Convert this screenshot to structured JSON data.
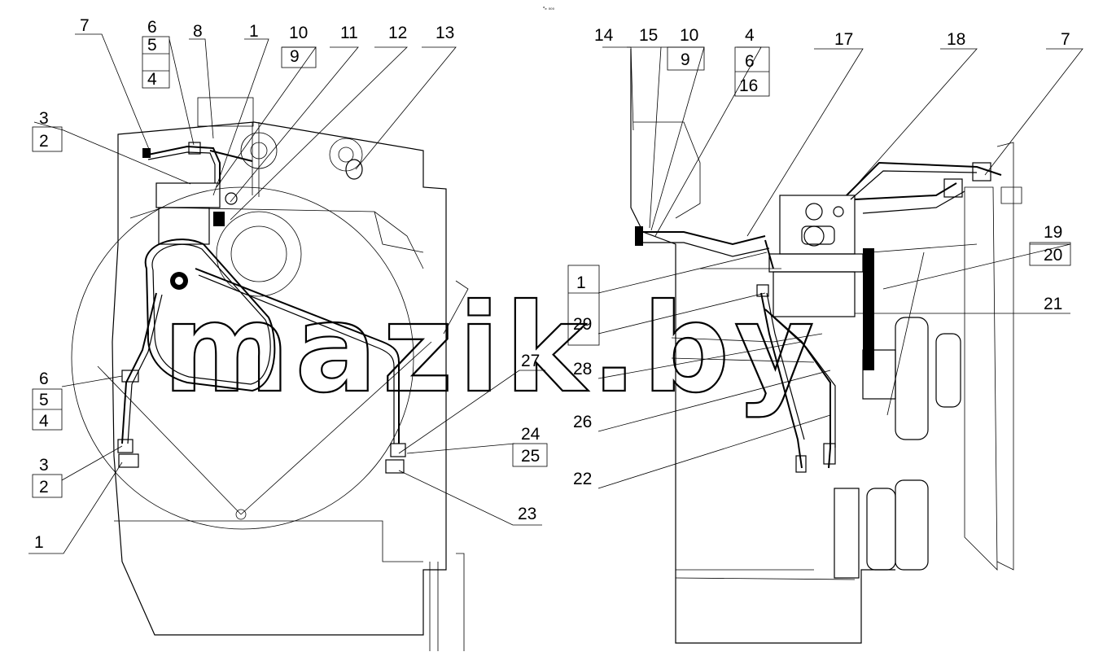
{
  "top_mark": "ᵃₑ ₀₀₀",
  "watermark": "mazik.by",
  "left_view": {
    "labels": [
      {
        "id": "l7",
        "text": "7"
      },
      {
        "id": "l6a",
        "text": "6"
      },
      {
        "id": "l5a",
        "text": "5"
      },
      {
        "id": "l4a",
        "text": "4"
      },
      {
        "id": "l8",
        "text": "8"
      },
      {
        "id": "l1a",
        "text": "1"
      },
      {
        "id": "l10",
        "text": "10"
      },
      {
        "id": "l9",
        "text": "9"
      },
      {
        "id": "l11",
        "text": "11"
      },
      {
        "id": "l12",
        "text": "12"
      },
      {
        "id": "l13",
        "text": "13"
      },
      {
        "id": "l3a",
        "text": "3"
      },
      {
        "id": "l2a",
        "text": "2"
      },
      {
        "id": "l6b",
        "text": "6"
      },
      {
        "id": "l5b",
        "text": "5"
      },
      {
        "id": "l4b",
        "text": "4"
      },
      {
        "id": "l3b",
        "text": "3"
      },
      {
        "id": "l2b",
        "text": "2"
      },
      {
        "id": "l1b",
        "text": "1"
      },
      {
        "id": "l27",
        "text": "27"
      },
      {
        "id": "l24",
        "text": "24"
      },
      {
        "id": "l25",
        "text": "25"
      },
      {
        "id": "l23",
        "text": "23"
      }
    ]
  },
  "right_view": {
    "labels": [
      {
        "id": "r14",
        "text": "14"
      },
      {
        "id": "r15",
        "text": "15"
      },
      {
        "id": "r10",
        "text": "10"
      },
      {
        "id": "r9",
        "text": "9"
      },
      {
        "id": "r4",
        "text": "4"
      },
      {
        "id": "r6",
        "text": "6"
      },
      {
        "id": "r16",
        "text": "16"
      },
      {
        "id": "r17",
        "text": "17"
      },
      {
        "id": "r18",
        "text": "18"
      },
      {
        "id": "r7",
        "text": "7"
      },
      {
        "id": "r19",
        "text": "19"
      },
      {
        "id": "r20",
        "text": "20"
      },
      {
        "id": "r1",
        "text": "1"
      },
      {
        "id": "r29",
        "text": "29"
      },
      {
        "id": "r21",
        "text": "21"
      },
      {
        "id": "r28",
        "text": "28"
      },
      {
        "id": "r26",
        "text": "26"
      },
      {
        "id": "r22",
        "text": "22"
      }
    ]
  }
}
